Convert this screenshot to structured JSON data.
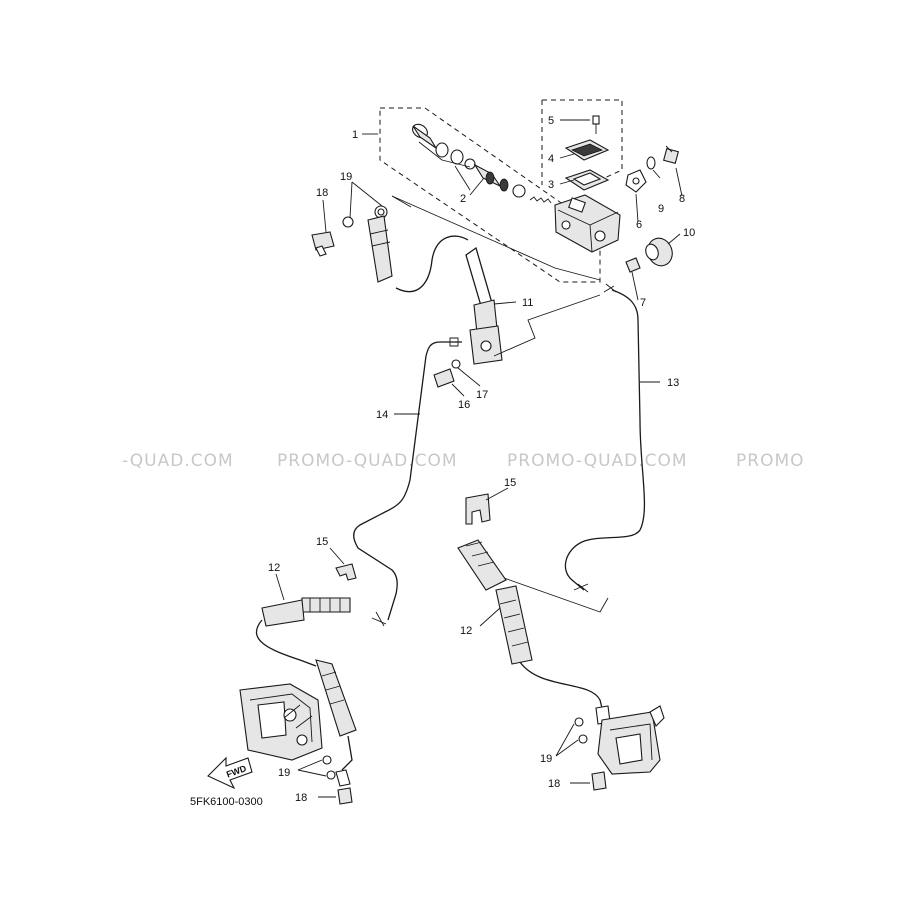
{
  "diagram": {
    "drawing_code": "5FK6100-0300",
    "fwd_label": "FWD",
    "watermark": [
      "-QUAD.COM",
      "PROMO-QUAD.COM",
      "PROMO-QUAD.COM",
      "PROMO"
    ],
    "callouts": {
      "c1": "1",
      "c2": "2",
      "c3": "3",
      "c4": "4",
      "c5": "5",
      "c6": "6",
      "c7": "7",
      "c8": "8",
      "c9": "9",
      "c10": "10",
      "c11": "11",
      "c12a": "12",
      "c12b": "12",
      "c13": "13",
      "c14": "14",
      "c15a": "15",
      "c15b": "15",
      "c16": "16",
      "c17": "17",
      "c18a": "18",
      "c18b": "18",
      "c18c": "18",
      "c19a": "19",
      "c19b": "19",
      "c19c": "19"
    }
  }
}
